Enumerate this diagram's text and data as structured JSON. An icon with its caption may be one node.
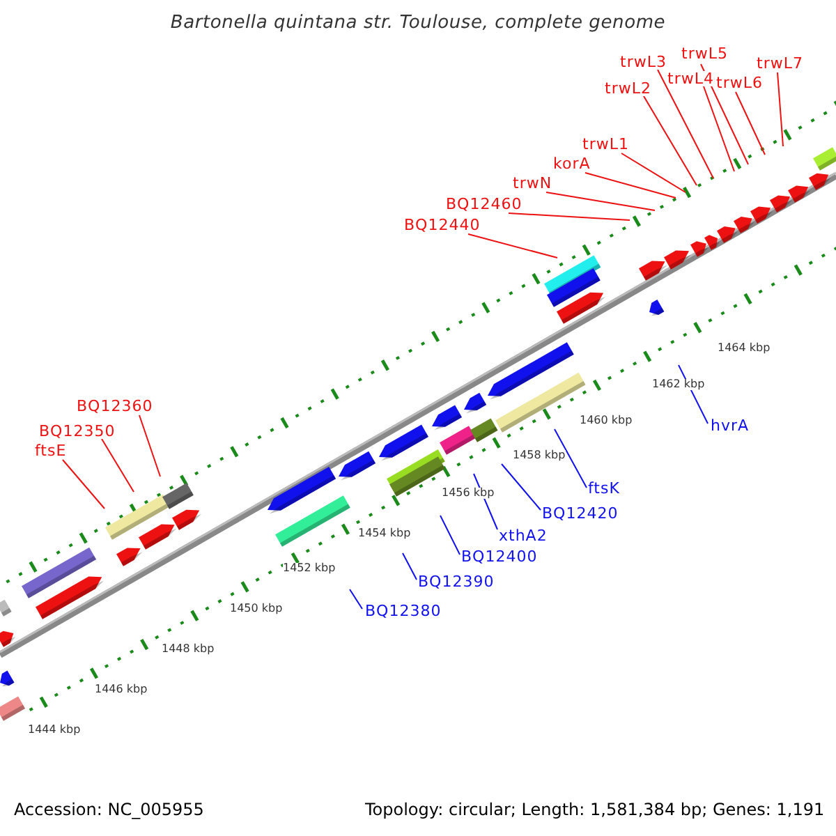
{
  "diagram": {
    "title": "Bartonella quintana str. Toulouse, complete genome",
    "nodes": [
      {
        "text": [
          "trwL5"
        ]
      },
      {
        "text": [
          "trwL3"
        ]
      },
      {
        "text": [
          "trwL7"
        ]
      },
      {
        "text": [
          "trwL4"
        ]
      },
      {
        "text": [
          "trwL6"
        ]
      },
      {
        "text": [
          "trwL2"
        ]
      },
      {
        "text": [
          "trwL1"
        ]
      },
      {
        "text": [
          "korA"
        ]
      },
      {
        "text": [
          "trwN"
        ]
      },
      {
        "text": [
          "BQ12460"
        ]
      },
      {
        "text": [
          "BQ12440"
        ]
      },
      {
        "text": [
          "hvrA"
        ]
      },
      {
        "text": [
          "BQ12360"
        ]
      },
      {
        "text": [
          "ftsK"
        ]
      },
      {
        "text": [
          "BQ12350"
        ]
      },
      {
        "text": [
          "BQ12420"
        ]
      },
      {
        "text": [
          "ftsE"
        ]
      },
      {
        "text": [
          "xthA2"
        ]
      },
      {
        "text": [
          "BQ12400"
        ]
      },
      {
        "text": [
          "BQ12390"
        ]
      },
      {
        "text": [
          "BQ12380"
        ]
      }
    ],
    "edges": [
      {
        "from": 0,
        "to": null,
        "arrow": "none"
      },
      {
        "from": 1,
        "to": null,
        "arrow": "none"
      },
      {
        "from": 2,
        "to": null,
        "arrow": "none"
      },
      {
        "from": 3,
        "to": null,
        "arrow": "none"
      },
      {
        "from": 4,
        "to": null,
        "arrow": "none"
      },
      {
        "from": 5,
        "to": null,
        "arrow": "none"
      },
      {
        "from": 6,
        "to": null,
        "arrow": "none"
      },
      {
        "from": 7,
        "to": null,
        "arrow": "none"
      },
      {
        "from": 8,
        "to": null,
        "arrow": "none"
      },
      {
        "from": 9,
        "to": null,
        "arrow": "none"
      },
      {
        "from": 10,
        "to": null,
        "arrow": "none"
      },
      {
        "from": 11,
        "to": null,
        "arrow": "none",
        "color": "#1111ee"
      },
      {
        "from": 12,
        "to": null,
        "arrow": "none"
      },
      {
        "from": 13,
        "to": null,
        "arrow": "none",
        "color": "#1111ee"
      },
      {
        "from": 14,
        "to": null,
        "arrow": "none"
      },
      {
        "from": 15,
        "to": null,
        "arrow": "none",
        "color": "#1111ee"
      },
      {
        "from": 16,
        "to": null,
        "arrow": "none"
      },
      {
        "from": 17,
        "to": null,
        "arrow": "none",
        "color": "#1111ee"
      },
      {
        "from": 18,
        "to": null,
        "arrow": "none",
        "color": "#1111ee"
      },
      {
        "from": 19,
        "to": null,
        "arrow": "none",
        "color": "#1111ee"
      },
      {
        "from": 20,
        "to": null,
        "arrow": "none",
        "color": "#1111ee"
      }
    ],
    "labels": [
      "1464 kbp",
      "1462 kbp",
      "1460 kbp",
      "1458 kbp",
      "1456 kbp",
      "1454 kbp",
      "1452 kbp",
      "1450 kbp",
      "1448 kbp",
      "1446 kbp",
      "1444 kbp",
      "Accession: NC_005955",
      "Topology: circular; Length: 1,581,384 bp; Genes: 1,191"
    ]
  }
}
